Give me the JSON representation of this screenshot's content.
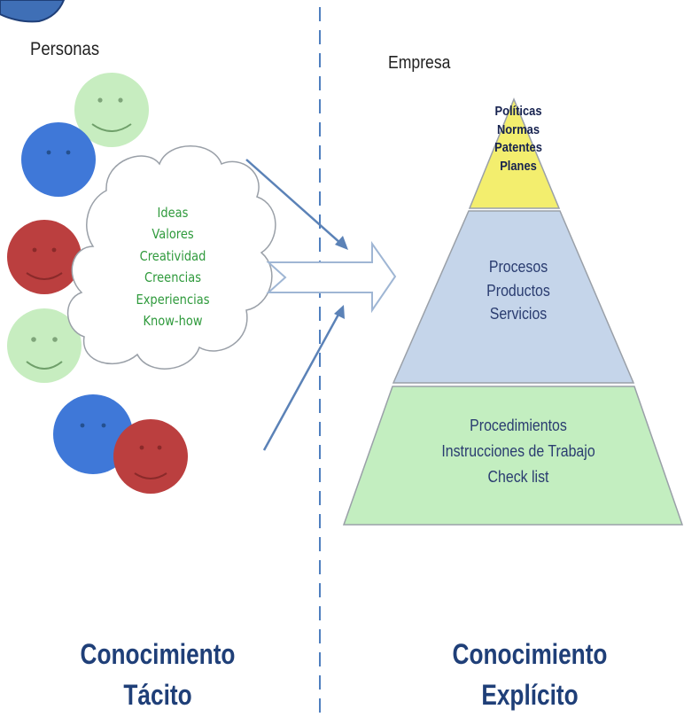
{
  "left_panel": {
    "label": "Personas",
    "cloud_items": [
      "Ideas",
      "Valores",
      "Creatividad",
      "Creencias",
      "Experiencias",
      "Know-how"
    ],
    "title_line1": "Conocimiento",
    "title_line2": "Tácito"
  },
  "right_panel": {
    "label": "Empresa",
    "pyramid": {
      "top": [
        "Políticas",
        "Normas",
        "Patentes",
        "Planes"
      ],
      "middle": [
        "Procesos",
        "Productos",
        "Servicios"
      ],
      "bottom": [
        "Procedimientos",
        "Instrucciones de Trabajo",
        "Check list"
      ]
    },
    "title_line1": "Conocimiento",
    "title_line2": "Explícito"
  },
  "colors": {
    "face_green": "#c7edc0",
    "face_blue": "#3f78d8",
    "face_red": "#bb3f3f",
    "pyramid_top": "#f3ee6e",
    "pyramid_middle": "#c5d5ea",
    "pyramid_bottom": "#c3eec0",
    "cloud_text": "#2f9a3c",
    "title": "#1f3f78",
    "arrow": "#5b82b7",
    "divider": "#4f7fbf"
  }
}
